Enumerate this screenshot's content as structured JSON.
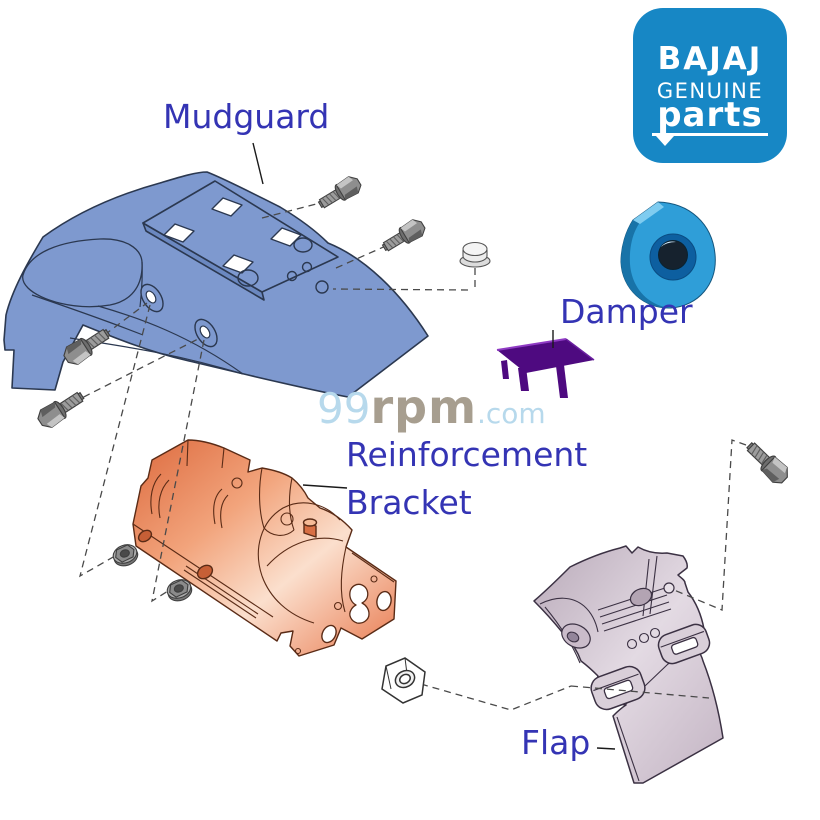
{
  "labels": {
    "mudguard": "Mudguard",
    "damper": "Damper",
    "reinforcement_line1": "Reinforcement",
    "reinforcement_line2": "Bracket",
    "flap": "Flap"
  },
  "watermark": {
    "num": "99",
    "word": "rpm",
    "tld": ".com"
  },
  "logo": {
    "brand": "BAJAJ",
    "genuine": "GENUINE",
    "parts": "parts"
  },
  "colors": {
    "label_text": "#3434b4",
    "logo_bg": "#1787c5",
    "logo_text": "#ffffff",
    "mudguard": "#7e99cf",
    "mudguard_outline": "#2b3850",
    "bracket_dark": "#dd6a3e",
    "bracket_mid": "#f2a47c",
    "bracket_light": "#fbdfcd",
    "flap_dark": "#b9aab9",
    "flap_light": "#e3dae3",
    "damper": "#4e0a80",
    "eyelet": "#2f9ed8",
    "fastener": "#9c9c9c",
    "watermark_blue": "#b7d9ec",
    "watermark_gray": "#a79e8f"
  }
}
